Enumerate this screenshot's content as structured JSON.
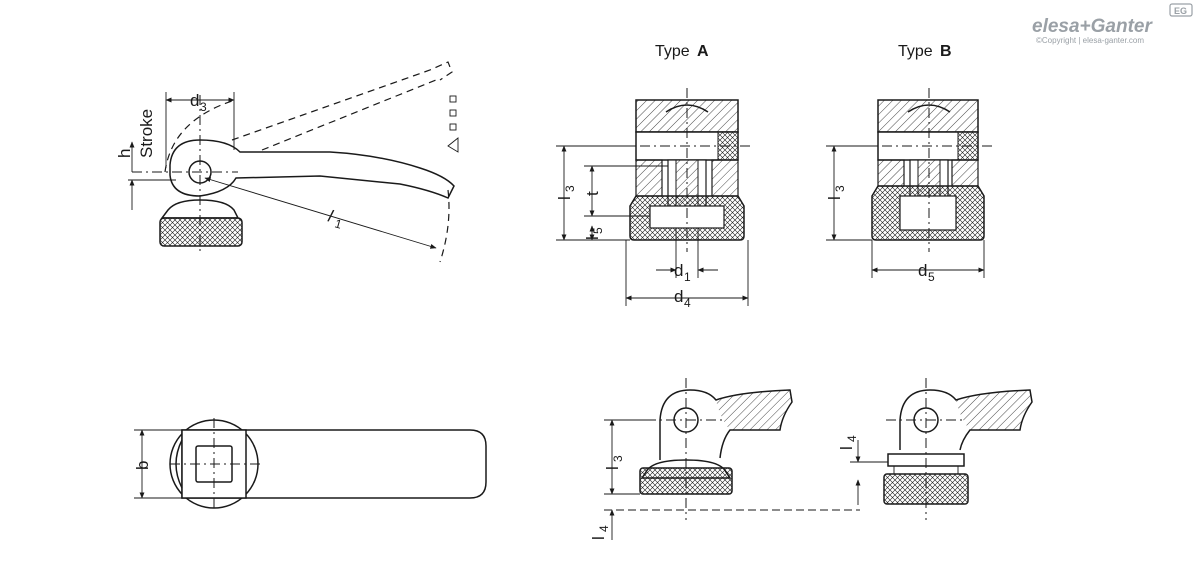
{
  "brand": {
    "logo_text": "elesa+Ganter",
    "badge": "EG",
    "copyright": "©Copyright | elesa-ganter.com"
  },
  "labels": {
    "type_a": "Type",
    "type_a_letter": "A",
    "type_b": "Type",
    "type_b_letter": "B",
    "stroke": "Stroke",
    "h": "h",
    "d3_main": "d",
    "d3_sub": "3",
    "l1_main": "l",
    "l1_sub": "1",
    "l3_main": "l",
    "l3_sub": "3",
    "t": "t",
    "l5_main": "l",
    "l5_sub": "5",
    "d1_main": "d",
    "d1_sub": "1",
    "d4_main": "d",
    "d4_sub": "4",
    "d5_main": "d",
    "d5_sub": "5",
    "b": "b",
    "l4_main": "l",
    "l4_sub": "4"
  }
}
